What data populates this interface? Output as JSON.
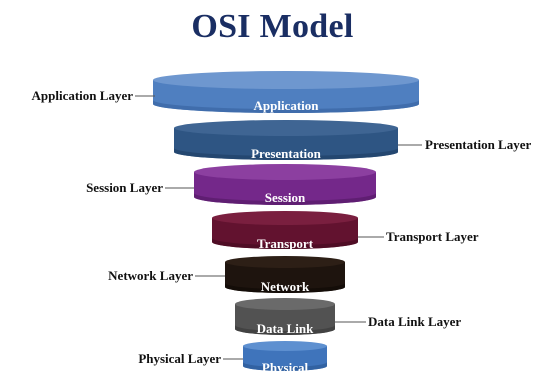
{
  "title": "OSI Model",
  "layers": [
    {
      "name": "Application",
      "side_label": "Application Layer",
      "side": "left",
      "colors": {
        "top": "#6e97cf",
        "body": "#4f7fc0",
        "dark": "#3c69a6"
      }
    },
    {
      "name": "Presentation",
      "side_label": "Presentation Layer",
      "side": "right",
      "colors": {
        "top": "#3f6593",
        "body": "#2e5583",
        "dark": "#22446c"
      }
    },
    {
      "name": "Session",
      "side_label": "Session Layer",
      "side": "left",
      "colors": {
        "top": "#8c3fa0",
        "body": "#74288a",
        "dark": "#5a1c6c"
      }
    },
    {
      "name": "Transport",
      "side_label": "Transport Layer",
      "side": "right",
      "colors": {
        "top": "#7a1f3f",
        "body": "#62122f",
        "dark": "#4b0c23"
      }
    },
    {
      "name": "Network",
      "side_label": "Network Layer",
      "side": "left",
      "colors": {
        "top": "#2d1f16",
        "body": "#1e140e",
        "dark": "#120b07"
      }
    },
    {
      "name": "Data Link",
      "side_label": "Data Link Layer",
      "side": "right",
      "colors": {
        "top": "#6a6a6a",
        "body": "#525252",
        "dark": "#3e3e3e"
      }
    },
    {
      "name": "Physical",
      "side_label": "Physical Layer",
      "side": "left",
      "colors": {
        "top": "#5e90d0",
        "body": "#3f74bb",
        "dark": "#2f5e9c"
      }
    }
  ]
}
